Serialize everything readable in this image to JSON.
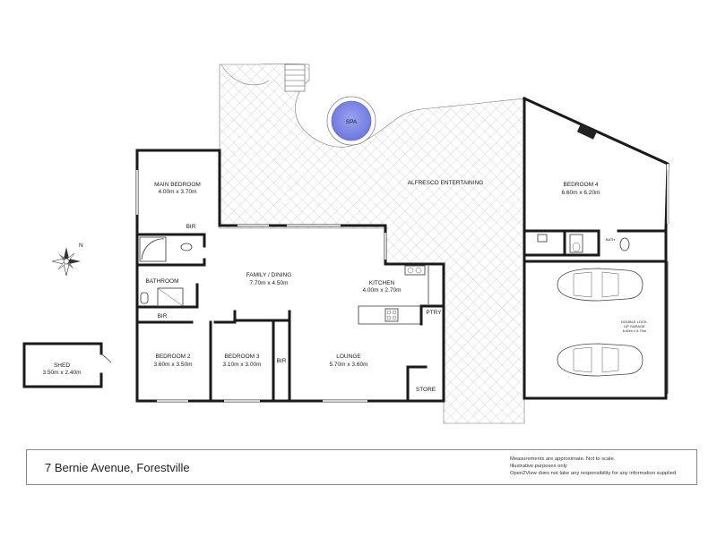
{
  "plan": {
    "rooms": {
      "main_bedroom": {
        "name": "MAIN BEDROOM",
        "dims": "4.00m x 3.70m"
      },
      "bedroom4": {
        "name": "BEDROOM 4",
        "dims": "6.60m x 6.20m"
      },
      "alfresco": {
        "name": "ALFRESCO ENTERTAINING"
      },
      "spa": {
        "name": "SPA"
      },
      "bathroom": {
        "name": "BATHROOM"
      },
      "bir_main": {
        "name": "BIR"
      },
      "bir_bed2": {
        "name": "BIR"
      },
      "bir_bed3": {
        "name": "BIR"
      },
      "family_dining": {
        "name": "FAMILY / DINING",
        "dims": "7.70m x 4.50m"
      },
      "kitchen": {
        "name": "KITCHEN",
        "dims": "4.00m x 2.70m"
      },
      "ptry": {
        "name": "PTRY"
      },
      "bedroom2": {
        "name": "BEDROOM 2",
        "dims": "3.60m x 3.50m"
      },
      "bedroom3": {
        "name": "BEDROOM 3",
        "dims": "3.10m x 3.00m"
      },
      "lounge": {
        "name": "LOUNGE",
        "dims": "5.70m x 3.60m"
      },
      "store": {
        "name": "STORE"
      },
      "bath": {
        "name": "BATH"
      },
      "garage": {
        "name_line1": "DOUBLE LOCK-",
        "name_line2": "UP GARAGE",
        "dims": "6.60m x 5.70m"
      },
      "shed": {
        "name": "SHED",
        "dims": "3.50m x 2.40m"
      }
    },
    "compass_label": "N"
  },
  "footer": {
    "address": "7 Bernie Avenue, Forestville",
    "disclaimer": [
      "Measurements are approximate. Not to scale.",
      "Illustrative purposes only",
      "Open2View does not take any responsibility for any information supplied"
    ]
  },
  "colors": {
    "wall": "#1a1a1a",
    "hatch": "#bfbfbf",
    "spa_fill": "#7b86e6",
    "background": "#ffffff"
  }
}
